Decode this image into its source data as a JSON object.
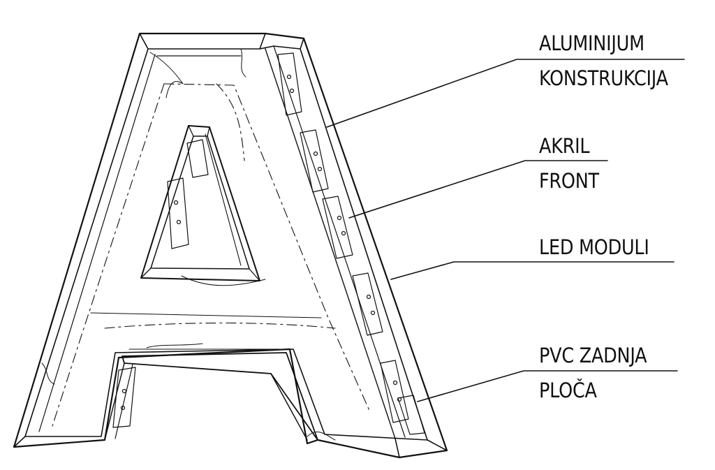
{
  "labels": {
    "aluminijum_l1": "ALUMINIJUM",
    "aluminijum_l2": "KONSTRUKCIJA",
    "akril_l1": "AKRIL",
    "akril_l2": "FRONT",
    "led": "LED MODULI",
    "pvc_l1": "PVC ZADNJA",
    "pvc_l2": "PLOČA"
  },
  "colors": {
    "line": "#111111",
    "background": "#ffffff"
  }
}
